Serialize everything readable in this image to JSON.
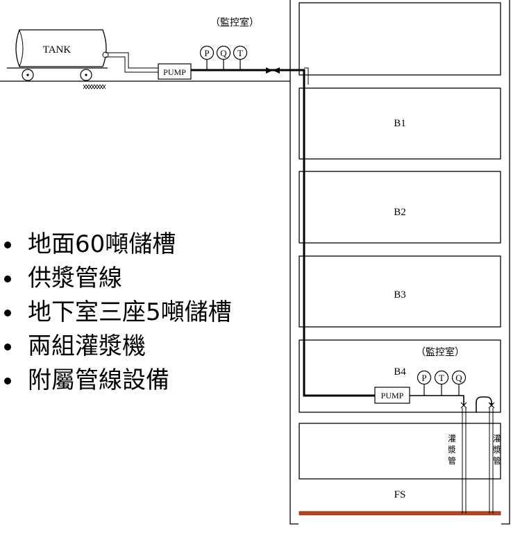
{
  "labels": {
    "tank": "TANK",
    "pump_top": "PUMP",
    "pump_bottom": "PUMP",
    "control_room_top": "（監控室）",
    "control_room_bottom": "（監控室）",
    "gauge_p_top": "P",
    "gauge_q_top": "Q",
    "gauge_t_top": "T",
    "gauge_p_bottom": "P",
    "gauge_t_bottom": "T",
    "gauge_q_bottom": "Q",
    "floor_b1": "B1",
    "floor_b2": "B2",
    "floor_b3": "B3",
    "floor_b4": "B4",
    "floor_fs": "FS",
    "grout_pipe_1": "灌漿管",
    "grout_pipe_2": "灌漿管"
  },
  "bullets": [
    "地面60噸儲槽",
    "供漿管線",
    "地下室三座5噸儲槽",
    "兩組灌漿機",
    "附屬管線設備"
  ],
  "colors": {
    "line": "#000000",
    "foundation": "#b5441c",
    "background": "#ffffff"
  }
}
